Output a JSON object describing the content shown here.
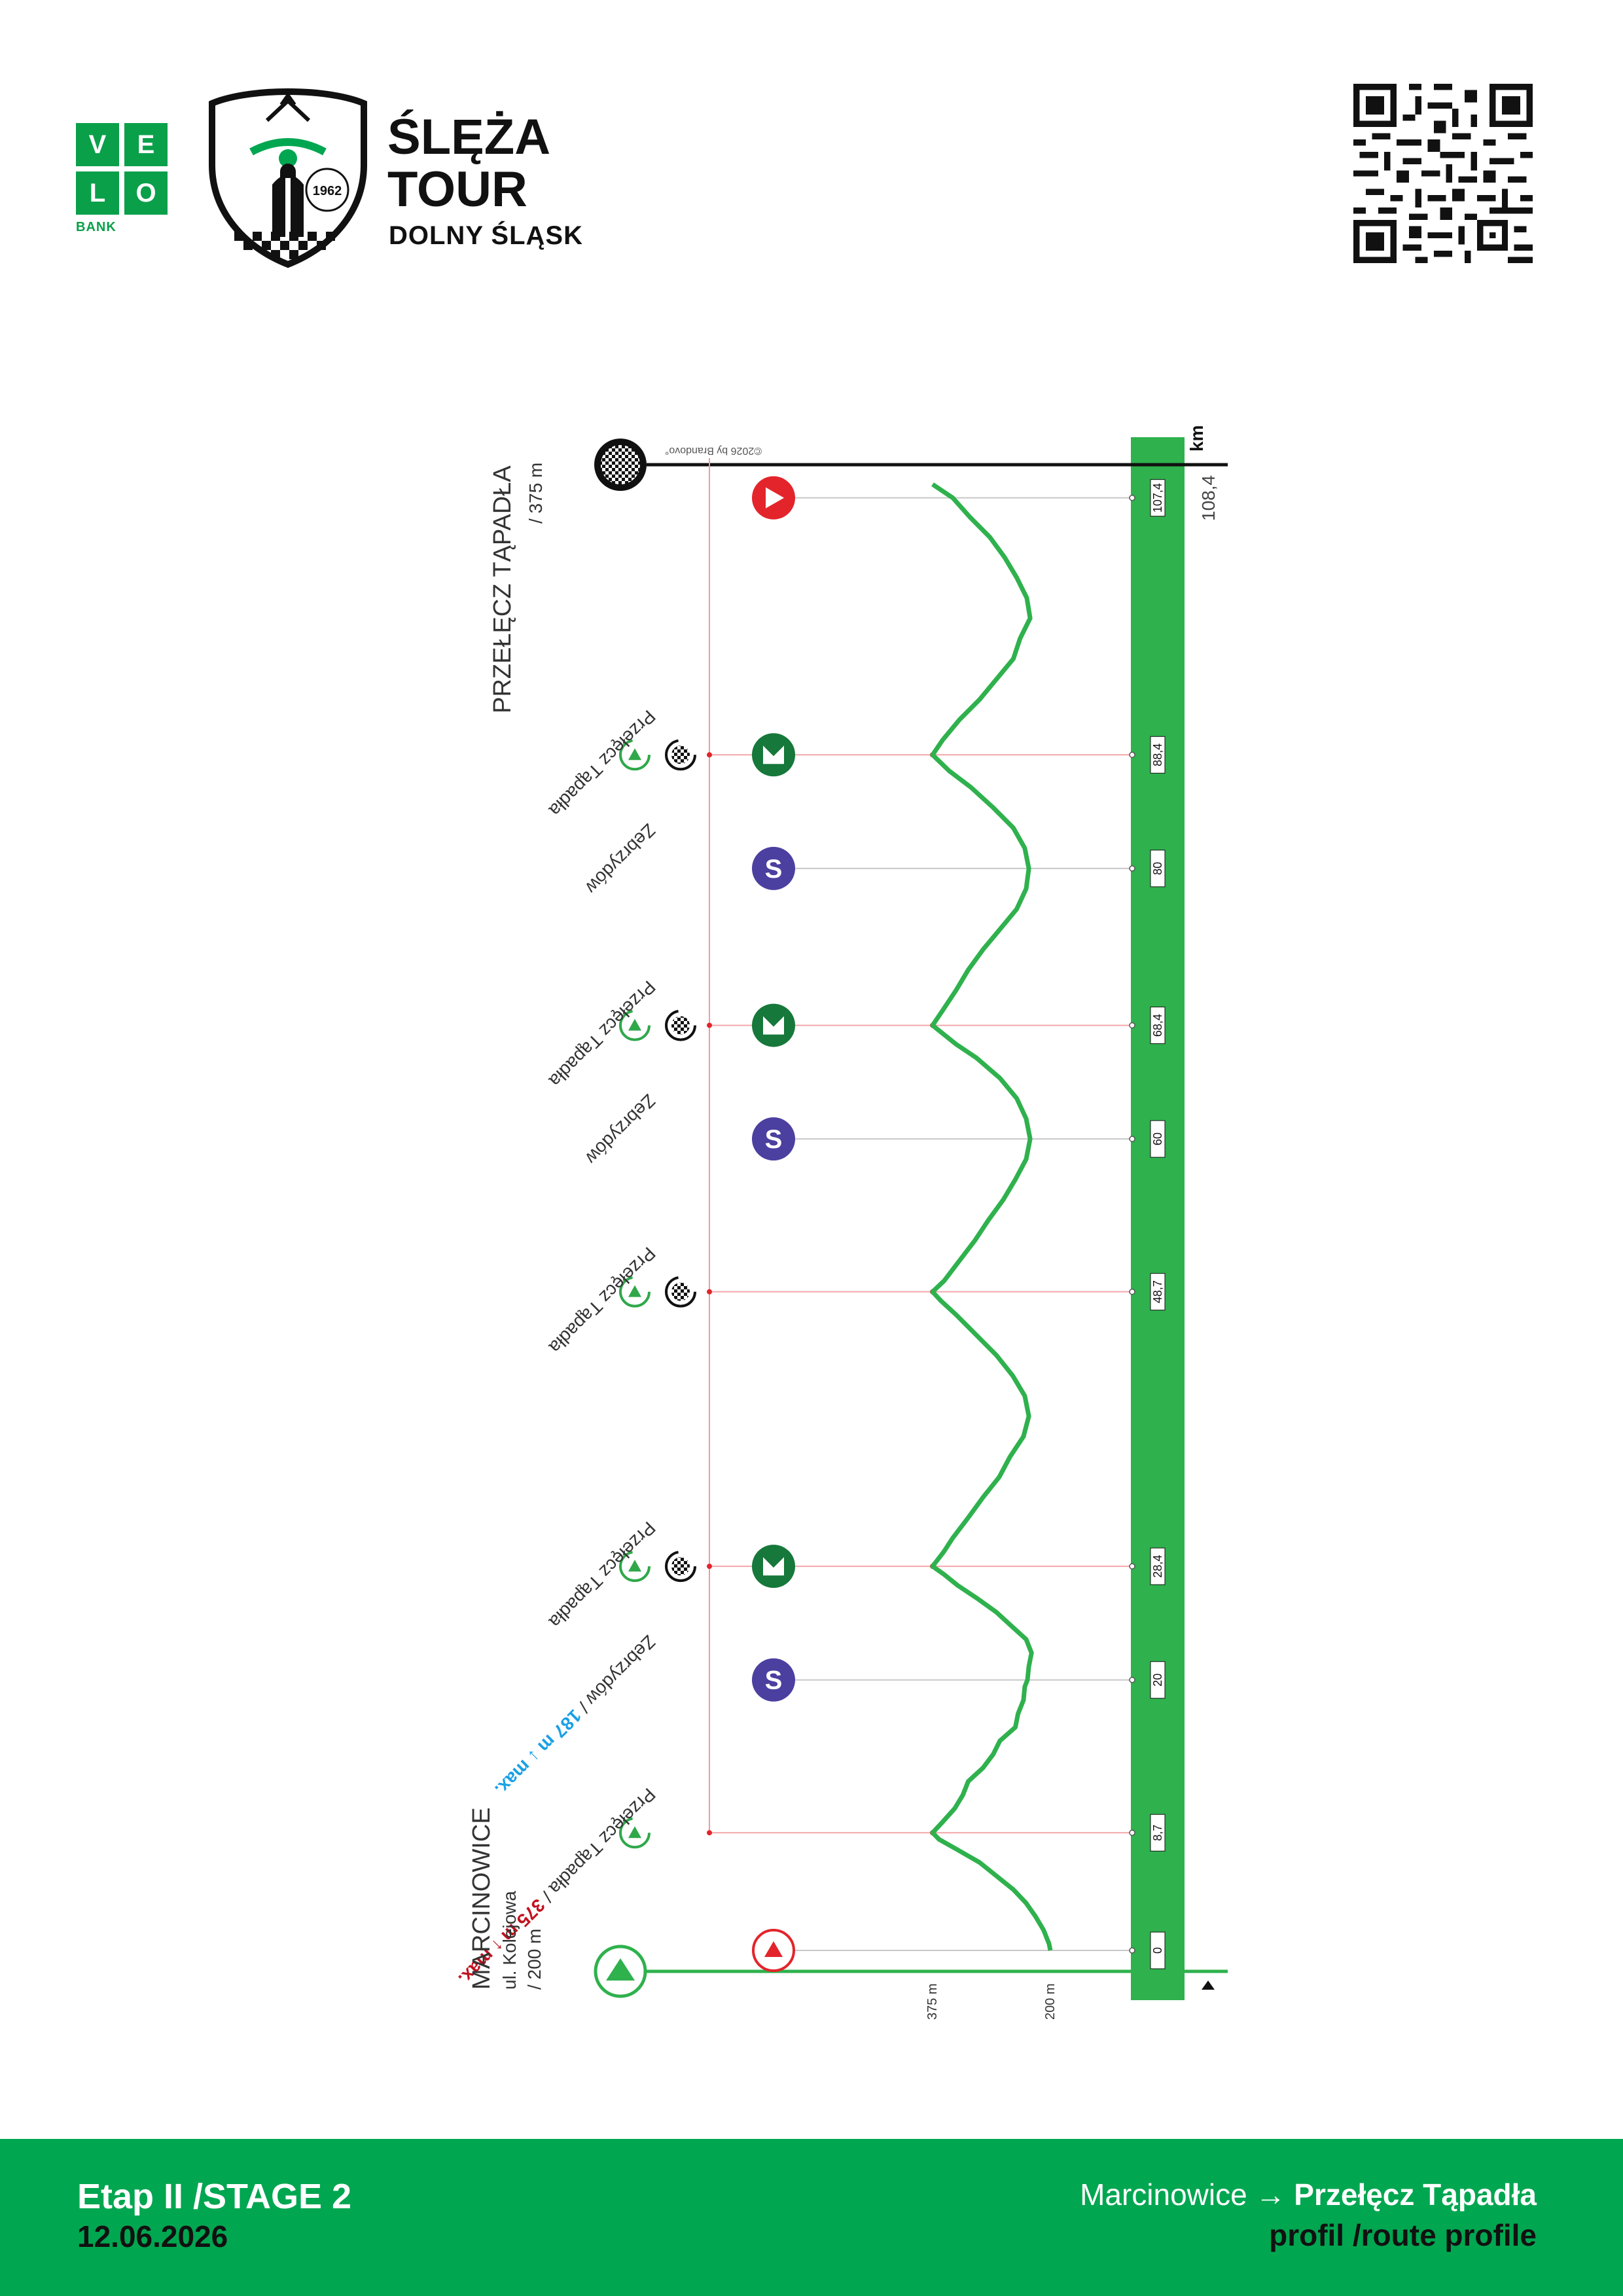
{
  "header": {
    "velo_letters": [
      "V",
      "E",
      "L",
      "O"
    ],
    "velo_bank": "BANK",
    "shield_year": "1962",
    "title_line1": "ŚLĘŻA",
    "title_line2": "TOUR",
    "subtitle": "DOLNY ŚLĄSK"
  },
  "footer": {
    "stage": "Etap II /STAGE 2",
    "date": "12.06.2026",
    "route_start": "Marcinowice",
    "route_arrow": "→",
    "route_end": "Przełęcz Tąpadła",
    "route_sub": "profil /route profile"
  },
  "colors": {
    "brand_green": "#00a650",
    "profile_green": "#2fa84a",
    "sprint_purple": "#4b3fa0",
    "mountain_green": "#16783a",
    "start_finish_red": "#e3242b",
    "max_red": "#c1121f",
    "min_blue": "#1aa0e6"
  },
  "chart_data": {
    "type": "line",
    "orientation": "rotated-90",
    "xlabel": "km",
    "total_distance_label": "108,4",
    "credit": "©2026 by Brandovo°",
    "start": {
      "name": "MARCINOWICE",
      "street": "ul. Kolejowa",
      "elevation": "/ 200 m"
    },
    "finish": {
      "name": "PRZEŁĘCZ TĄPADŁA",
      "elevation": "/ 375 m"
    },
    "elevation_ticks": [
      "375 m",
      "200 m"
    ],
    "ylim": [
      200,
      375
    ],
    "xlim": [
      0,
      108.4
    ],
    "markers": [
      {
        "km": 0,
        "label": "0",
        "icon": "start-triangle-icon"
      },
      {
        "km": 8.7,
        "label": "8,7",
        "icon": "climb-icon",
        "text": "Przełęcz Tąpadła / ",
        "max_value": "375 m ↑ max."
      },
      {
        "km": 20,
        "label": "20",
        "icon": "sprint-icon",
        "text": "Zebrzydów / ",
        "min_value": "187 m ↓ max."
      },
      {
        "km": 28.4,
        "label": "28,4",
        "icon": "mountain-icon",
        "text": "Przełęcz Tąpadła"
      },
      {
        "km": 48.7,
        "label": "48,7",
        "icon": "climb-icon",
        "text": "Przełęcz Tąpadła"
      },
      {
        "km": 60,
        "label": "60",
        "icon": "sprint-icon",
        "text": "Zebrzydów"
      },
      {
        "km": 68.4,
        "label": "68,4",
        "icon": "mountain-icon",
        "text": "Przełęcz Tąpadła"
      },
      {
        "km": 80,
        "label": "80",
        "icon": "sprint-icon",
        "text": "Zebrzydów"
      },
      {
        "km": 88.4,
        "label": "88,4",
        "icon": "mountain-icon",
        "text": "Przełęcz Tąpadła"
      },
      {
        "km": 107.4,
        "label": "107,4",
        "icon": "finish-icon"
      }
    ],
    "profile": [
      [
        0,
        200
      ],
      [
        0.5,
        202
      ],
      [
        1.5,
        210
      ],
      [
        2.5,
        222
      ],
      [
        3.5,
        236
      ],
      [
        4.5,
        255
      ],
      [
        5.5,
        280
      ],
      [
        6.5,
        305
      ],
      [
        7.5,
        340
      ],
      [
        8.2,
        365
      ],
      [
        8.7,
        375
      ],
      [
        9.5,
        360
      ],
      [
        10.5,
        342
      ],
      [
        11.5,
        330
      ],
      [
        12.5,
        322
      ],
      [
        13.5,
        300
      ],
      [
        14.5,
        285
      ],
      [
        15.5,
        275
      ],
      [
        16.5,
        252
      ],
      [
        17.5,
        248
      ],
      [
        18.5,
        240
      ],
      [
        19.5,
        238
      ],
      [
        20,
        234
      ],
      [
        21,
        232
      ],
      [
        22,
        228
      ],
      [
        23,
        236
      ],
      [
        24,
        258
      ],
      [
        25,
        280
      ],
      [
        26,
        308
      ],
      [
        27,
        338
      ],
      [
        27.8,
        358
      ],
      [
        28.4,
        375
      ],
      [
        29.5,
        358
      ],
      [
        30.5,
        345
      ],
      [
        32,
        322
      ],
      [
        33.5,
        300
      ],
      [
        35,
        276
      ],
      [
        36.5,
        260
      ],
      [
        38,
        240
      ],
      [
        39.5,
        232
      ],
      [
        41,
        238
      ],
      [
        42.5,
        256
      ],
      [
        44,
        280
      ],
      [
        45.5,
        310
      ],
      [
        47,
        340
      ],
      [
        48,
        362
      ],
      [
        48.7,
        375
      ],
      [
        49.5,
        358
      ],
      [
        51,
        335
      ],
      [
        52.5,
        312
      ],
      [
        54,
        292
      ],
      [
        55.5,
        270
      ],
      [
        57,
        252
      ],
      [
        58.5,
        236
      ],
      [
        60,
        230
      ],
      [
        61.5,
        236
      ],
      [
        63,
        250
      ],
      [
        64.5,
        275
      ],
      [
        66,
        310
      ],
      [
        67,
        340
      ],
      [
        67.8,
        360
      ],
      [
        68.4,
        375
      ],
      [
        69.5,
        360
      ],
      [
        71,
        340
      ],
      [
        72.5,
        322
      ],
      [
        74,
        300
      ],
      [
        75.5,
        275
      ],
      [
        77,
        250
      ],
      [
        78.5,
        236
      ],
      [
        80,
        232
      ],
      [
        81.5,
        238
      ],
      [
        83,
        255
      ],
      [
        84.5,
        285
      ],
      [
        86,
        318
      ],
      [
        87.2,
        350
      ],
      [
        88.4,
        375
      ],
      [
        89.5,
        360
      ],
      [
        91,
        335
      ],
      [
        92.5,
        305
      ],
      [
        94,
        280
      ],
      [
        95.5,
        255
      ],
      [
        97,
        245
      ],
      [
        98.5,
        230
      ],
      [
        100,
        235
      ],
      [
        101.5,
        250
      ],
      [
        103,
        268
      ],
      [
        104.5,
        290
      ],
      [
        106,
        320
      ],
      [
        107.4,
        345
      ],
      [
        108.4,
        375
      ]
    ]
  }
}
